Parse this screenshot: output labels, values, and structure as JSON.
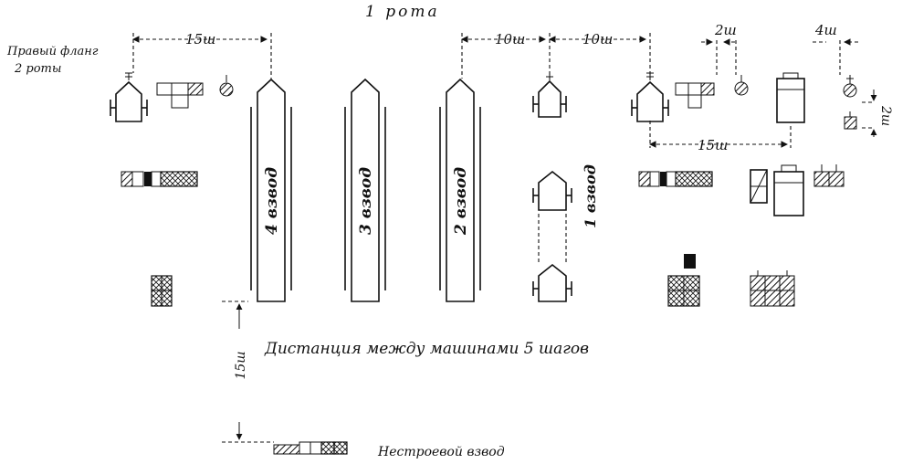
{
  "title": "1 рота",
  "labels": {
    "right_flank": "Правый фланг",
    "right_flank_2": "2 роты",
    "platoon_4": "4 взвод",
    "platoon_3": "3 взвод",
    "platoon_2": "2 взвод",
    "platoon_1": "1 взвод",
    "distance_note": "Дистанция между машинами 5 шагов",
    "nonformation": "Нестроевой взвод"
  },
  "dimensions": {
    "d_15_left": "15ш",
    "d_10_a": "10ш",
    "d_10_b": "10ш",
    "d_2_top": "2ш",
    "d_4_top": "4ш",
    "d_15_right": "15ш",
    "d_2_side": "2ш",
    "d_15_vertical": "15ш"
  }
}
